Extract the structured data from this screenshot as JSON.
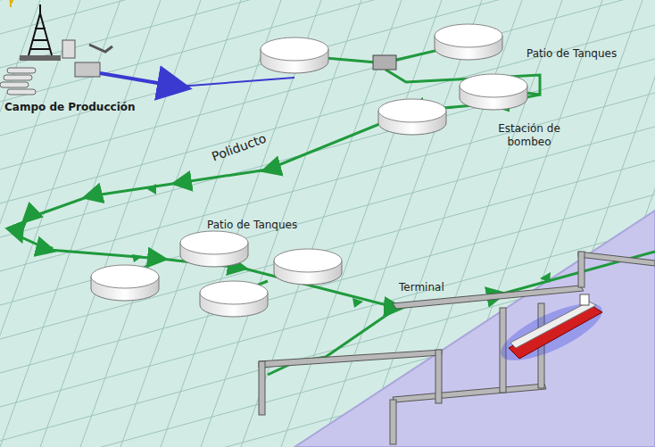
{
  "diagram": {
    "labels": [
      "Campo de Producción",
      "Patio de Tanques",
      "Estación de bombeo",
      "Poliducto",
      "Patio de Tanques",
      "Terminal"
    ]
  }
}
